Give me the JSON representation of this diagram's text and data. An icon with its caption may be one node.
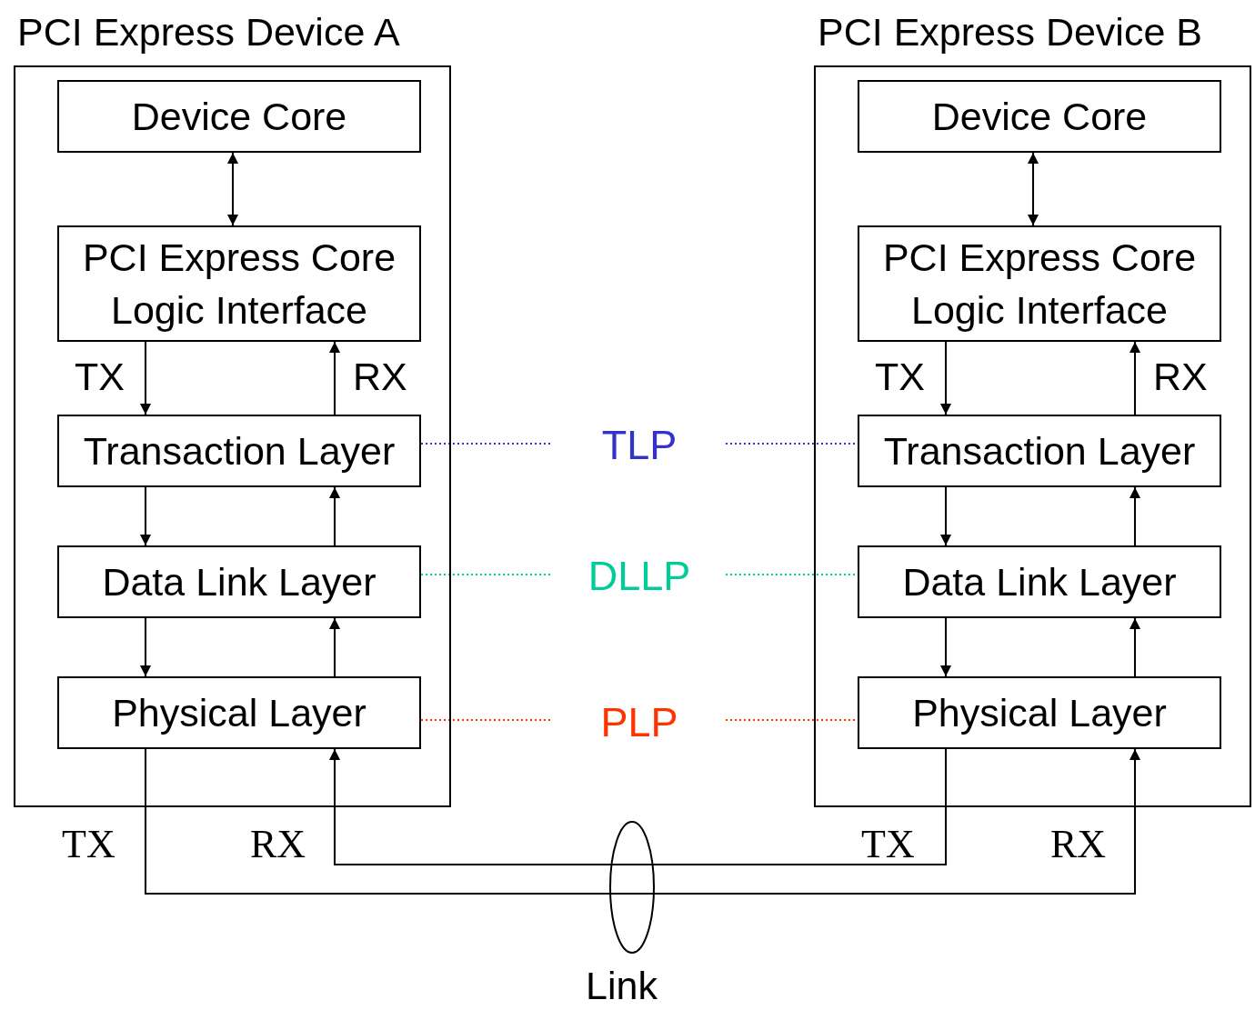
{
  "diagram": {
    "nodes": [
      {
        "text": [
          "PCI Express Device A"
        ]
      },
      {
        "text": [
          "Device Core"
        ],
        "in": 0
      },
      {
        "text": [
          "PCI Express Core Logic Interface"
        ],
        "in": 0
      },
      {
        "text": [
          "Transaction Layer"
        ],
        "in": 0
      },
      {
        "text": [
          "Data Link Layer"
        ],
        "in": 0
      },
      {
        "text": [
          "Physical Layer"
        ],
        "in": 0
      },
      {
        "text": [
          "PCI Express Device B"
        ]
      },
      {
        "text": [
          "Device Core"
        ],
        "in": 6
      },
      {
        "text": [
          "PCI Express Core Logic Interface"
        ],
        "in": 6
      },
      {
        "text": [
          "Transaction Layer"
        ],
        "in": 6
      },
      {
        "text": [
          "Data Link Layer"
        ],
        "in": 6
      },
      {
        "text": [
          "Physical Layer"
        ],
        "in": 6
      },
      {
        "text": [
          "TLP"
        ]
      },
      {
        "text": [
          "DLLP"
        ]
      },
      {
        "text": [
          "PLP"
        ]
      }
    ],
    "edges": [
      {
        "from": 1,
        "to": 2,
        "arrow": "both"
      },
      {
        "from": 2,
        "to": 3,
        "arrow": "to",
        "label": "TX"
      },
      {
        "from": 3,
        "to": 2,
        "arrow": "to",
        "label": "RX"
      },
      {
        "from": 3,
        "to": 4,
        "arrow": "to"
      },
      {
        "from": 4,
        "to": 3,
        "arrow": "to"
      },
      {
        "from": 4,
        "to": 5,
        "arrow": "to"
      },
      {
        "from": 5,
        "to": 4,
        "arrow": "to"
      },
      {
        "from": 7,
        "to": 8,
        "arrow": "both"
      },
      {
        "from": 8,
        "to": 9,
        "arrow": "to",
        "label": "TX"
      },
      {
        "from": 9,
        "to": 8,
        "arrow": "to",
        "label": "RX"
      },
      {
        "from": 9,
        "to": 10,
        "arrow": "to"
      },
      {
        "from": 10,
        "to": 9,
        "arrow": "to"
      },
      {
        "from": 10,
        "to": 11,
        "arrow": "to"
      },
      {
        "from": 11,
        "to": 10,
        "arrow": "to"
      },
      {
        "from": 3,
        "to": 12,
        "arrow": "none",
        "style": "dashed",
        "color": "#3333cc"
      },
      {
        "from": 12,
        "to": 9,
        "arrow": "none",
        "style": "dashed",
        "color": "#3333cc"
      },
      {
        "from": 4,
        "to": 13,
        "arrow": "none",
        "style": "dashed",
        "color": "#00cc99"
      },
      {
        "from": 13,
        "to": 10,
        "arrow": "none",
        "style": "dashed",
        "color": "#00cc99"
      },
      {
        "from": 5,
        "to": 14,
        "arrow": "none",
        "style": "dashed",
        "color": "#ff3300"
      },
      {
        "from": 14,
        "to": 11,
        "arrow": "none",
        "style": "dashed",
        "color": "#ff3300"
      },
      {
        "from": 5,
        "to": 11,
        "arrow": "to"
      },
      {
        "from": 11,
        "to": 5,
        "arrow": "to"
      }
    ],
    "labels": [
      "TX",
      "RX",
      "TX",
      "RX",
      "Link"
    ]
  }
}
